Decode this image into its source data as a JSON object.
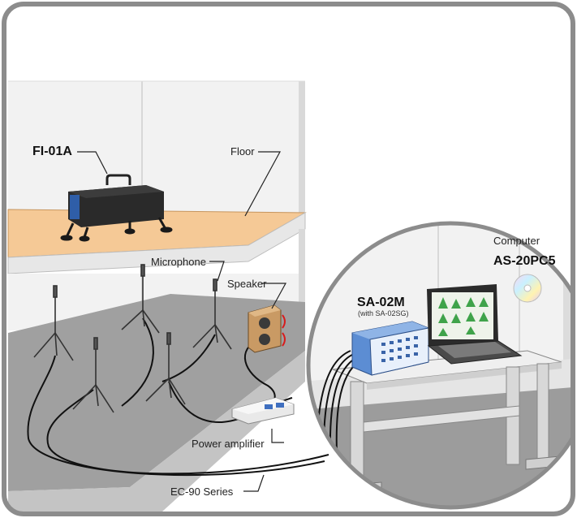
{
  "labels": {
    "fi01a": "FI-01A",
    "floor": "Floor",
    "microphone": "Microphone",
    "speaker": "Speaker",
    "power_amplifier": "Power amplifier",
    "ec90": "EC-90 Series",
    "sa02m": "SA-02M",
    "sa02m_sub": "(with SA-02SG)",
    "computer": "Computer",
    "as20pc5": "AS-20PC5"
  },
  "colors": {
    "frame": "#8c8c8c",
    "floor_slab": "#f5c996",
    "ground": "#9e9e9e",
    "wall": "#f0f0f0",
    "device_blue": "#4f80c7",
    "cable": "#111111"
  },
  "icons": [
    "tapping-machine-icon",
    "microphone-stand-icon",
    "speaker-icon",
    "amplifier-icon",
    "analyzer-icon",
    "laptop-icon",
    "cd-disc-icon"
  ]
}
